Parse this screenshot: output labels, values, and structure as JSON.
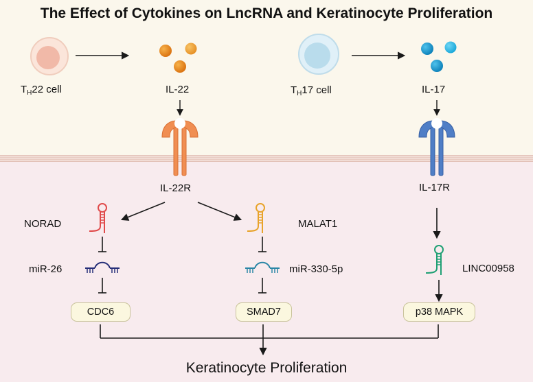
{
  "title": "The Effect of Cytokines on LncRNA and Keratinocyte Proliferation",
  "cells": {
    "th22": {
      "main": "T",
      "sub": "H",
      "rest": "22 cell"
    },
    "th17": {
      "main": "T",
      "sub": "H",
      "rest": "17 cell"
    }
  },
  "cytokines": {
    "il22": "IL-22",
    "il17": "IL-17"
  },
  "receptors": {
    "il22r": "IL-22R",
    "il17r": "IL-17R"
  },
  "lncrnas": {
    "norad": "NORAD",
    "malat1": "MALAT1",
    "linc00958": "LINC00958"
  },
  "mirnas": {
    "mir26": "miR-26",
    "mir330": "miR-330-5p"
  },
  "targets": {
    "cdc6": "CDC6",
    "smad7": "SMAD7",
    "p38mapk": "p38 MAPK"
  },
  "outcome": "Keratinocyte Proliferation",
  "colors": {
    "top_band": "#fbf7ec",
    "bottom_band": "#f8ebee",
    "membrane": "#efd8d2",
    "il22_orange": "#ee8a2b",
    "il17_blue": "#1a9fd6",
    "receptor_orange": "#f08e52",
    "receptor_blue": "#4f7ec6",
    "norad_red": "#e04a4a",
    "malat1_orange": "#e8a32a",
    "linc_green": "#1fa074",
    "mirna_navy": "#262f78",
    "mirna_teal": "#2a86a6",
    "pill_fill": "#fbf7df"
  }
}
